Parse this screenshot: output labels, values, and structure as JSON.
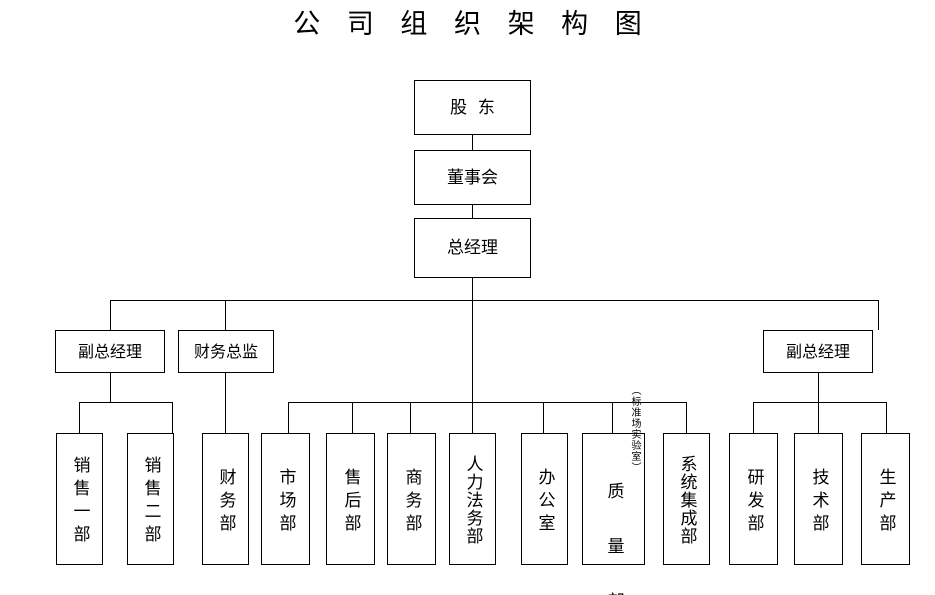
{
  "title": "公 司 组 织 架 构 图",
  "nodes": {
    "shareholders": {
      "label": "股  东"
    },
    "board": {
      "label": "董事会"
    },
    "general_manager": {
      "label": "总经理"
    },
    "deputy_gm_left": {
      "label": "副总经理"
    },
    "cfo": {
      "label": "财务总监"
    },
    "deputy_gm_right": {
      "label": "副总经理"
    },
    "sales_1": {
      "label": "销售一部"
    },
    "sales_2": {
      "label": "销售二部"
    },
    "finance": {
      "label": "财务部"
    },
    "marketing": {
      "label": "市场部"
    },
    "after_sales": {
      "label": "售后部"
    },
    "business": {
      "label": "商务部"
    },
    "hr_legal": {
      "label": "人力法务部"
    },
    "office": {
      "label": "办公室"
    },
    "quality": {
      "label": "质 量 部",
      "sub_label": "（标准场实验室）"
    },
    "system_integration": {
      "label": "系统集成部"
    },
    "rnd": {
      "label": "研发部"
    },
    "technology": {
      "label": "技术部"
    },
    "production": {
      "label": "生产部"
    }
  },
  "colors": {
    "line": "#000000",
    "text": "#000000",
    "background": "#ffffff"
  }
}
